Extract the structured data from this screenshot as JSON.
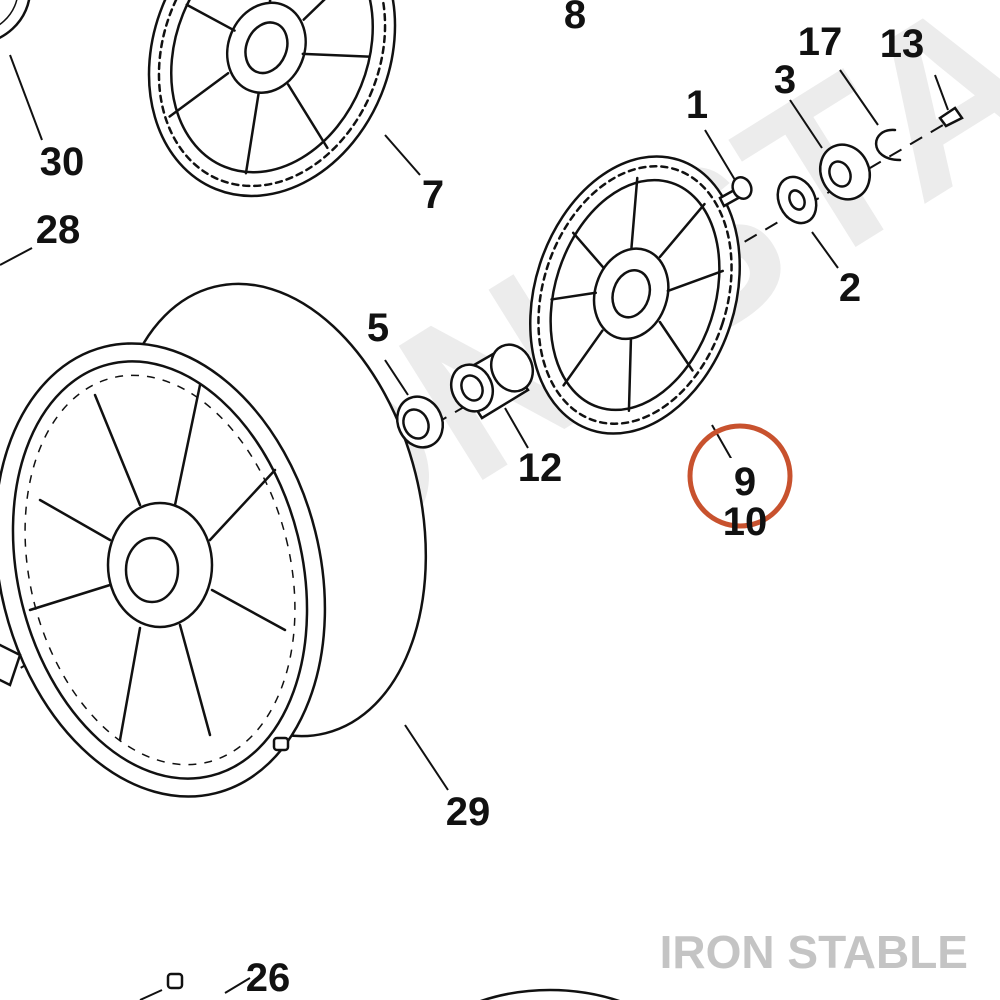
{
  "watermark": "IRON STABLE",
  "brand": "IRON STABLE",
  "highlight_color": "#c8522e",
  "callouts": [
    {
      "id": "8",
      "label": "8"
    },
    {
      "id": "30",
      "label": "30"
    },
    {
      "id": "28",
      "label": "28"
    },
    {
      "id": "7",
      "label": "7"
    },
    {
      "id": "1",
      "label": "1"
    },
    {
      "id": "3",
      "label": "3"
    },
    {
      "id": "17",
      "label": "17"
    },
    {
      "id": "13",
      "label": "13"
    },
    {
      "id": "2",
      "label": "2"
    },
    {
      "id": "5",
      "label": "5"
    },
    {
      "id": "12",
      "label": "12"
    },
    {
      "id": "9",
      "label": "9",
      "highlighted": true
    },
    {
      "id": "10",
      "label": "10"
    },
    {
      "id": "29",
      "label": "29"
    },
    {
      "id": "26",
      "label": "26"
    }
  ]
}
